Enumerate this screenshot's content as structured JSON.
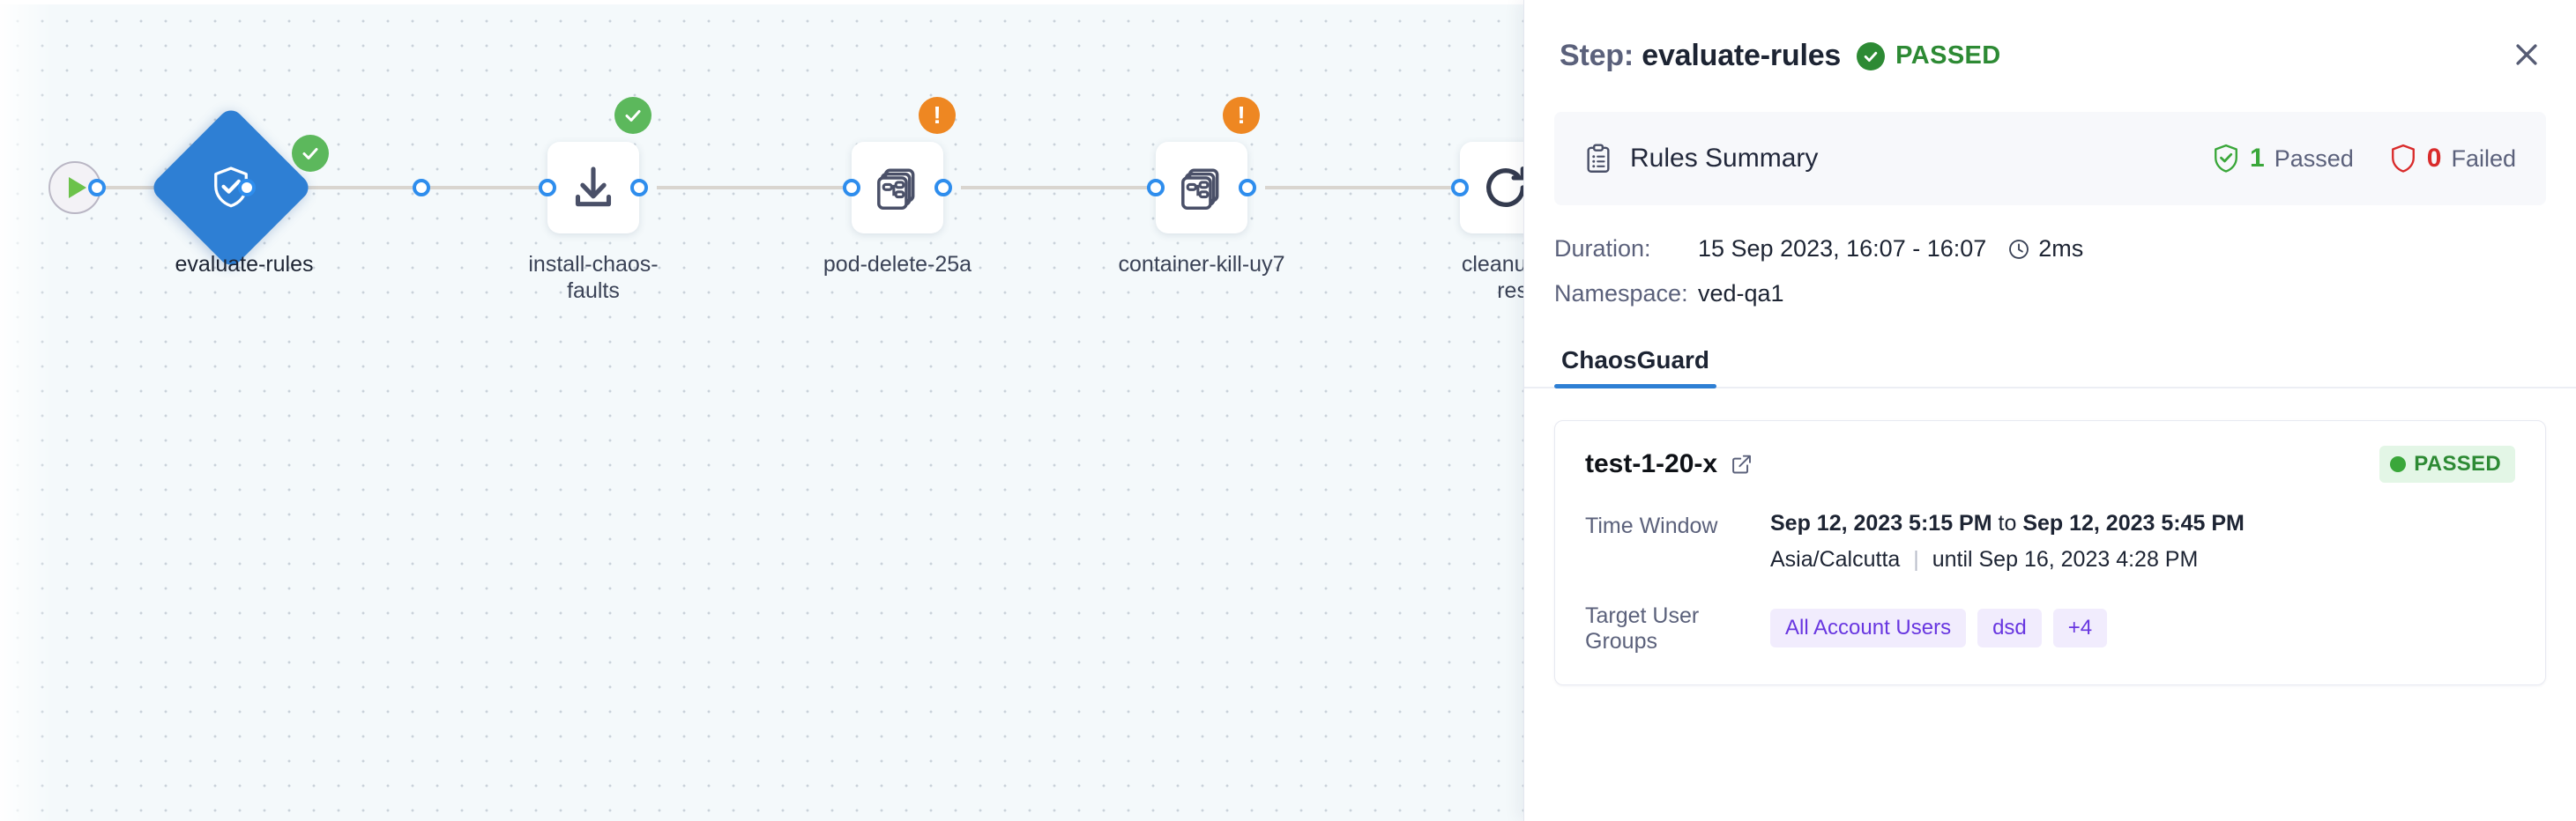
{
  "canvas": {
    "start_node": {
      "icon": "play-icon"
    },
    "nodes": [
      {
        "id": "evaluate-rules",
        "label": "evaluate-rules",
        "shape": "diamond",
        "icon": "shield-check-icon",
        "status": "success",
        "selected": true
      },
      {
        "id": "install-chaos-faults",
        "label": "install-chaos-\nfaults",
        "shape": "box",
        "icon": "download-icon",
        "status": "success",
        "selected": false
      },
      {
        "id": "pod-delete-25a",
        "label": "pod-delete-25a",
        "shape": "box",
        "icon": "chaos-fault-icon",
        "status": "warning",
        "selected": false
      },
      {
        "id": "container-kill-uy7",
        "label": "container-kill-uy7",
        "shape": "box",
        "icon": "chaos-fault-icon",
        "status": "warning",
        "selected": false
      },
      {
        "id": "cleanup-chaos-resources",
        "label": "cleanup-chao\nresources",
        "shape": "box",
        "icon": "refresh-icon",
        "status": "success",
        "selected": false
      }
    ]
  },
  "panel": {
    "header": {
      "title_prefix": "Step:",
      "title_name": "evaluate-rules",
      "status": "PASSED",
      "status_color": "#2d8a34",
      "close_icon": "close-icon"
    },
    "rules_summary": {
      "icon": "clipboard-list-icon",
      "title": "Rules Summary",
      "passed_count": "1",
      "passed_label": "Passed",
      "failed_count": "0",
      "failed_label": "Failed",
      "passed_color": "#3aa73a",
      "failed_color": "#d92b2b"
    },
    "meta": {
      "duration_key": "Duration:",
      "duration_value": "15 Sep 2023, 16:07 - 16:07",
      "duration_time": "2ms",
      "clock_icon": "clock-icon",
      "namespace_key": "Namespace:",
      "namespace_value": "ved-qa1"
    },
    "tabs": [
      {
        "label": "ChaosGuard",
        "active": true
      }
    ],
    "test_card": {
      "name": "test-1-20-x",
      "external_link_icon": "external-link-icon",
      "status": "PASSED",
      "status_bg": "#e3f6e6",
      "status_color": "#2d8a34",
      "time_window_key": "Time Window",
      "time_window_start": "Sep 12, 2023 5:15 PM",
      "time_window_joiner": "to",
      "time_window_end": "Sep 12, 2023 5:45 PM",
      "timezone": "Asia/Calcutta",
      "until_text": "until Sep 16, 2023 4:28 PM",
      "target_groups_key": "Target User Groups",
      "target_groups": [
        "All Account Users",
        "dsd",
        "+4"
      ]
    }
  }
}
